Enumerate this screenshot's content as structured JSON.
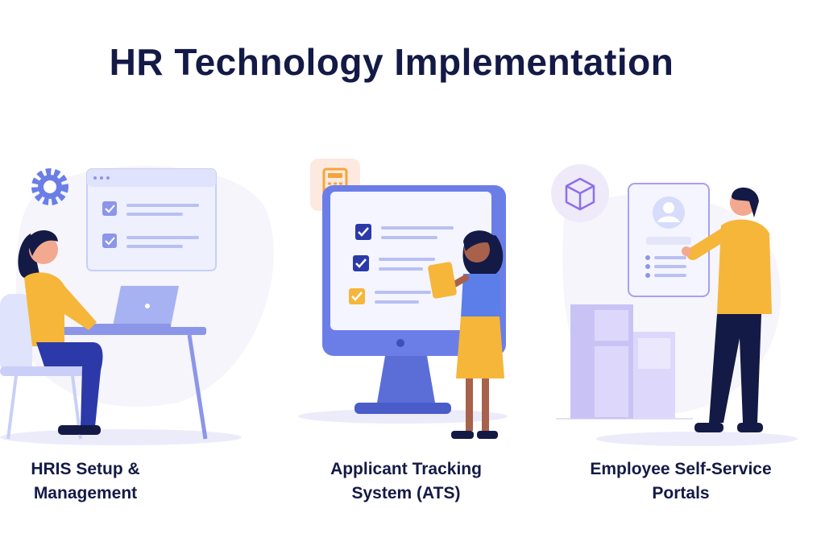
{
  "title": "HR Technology Implementation",
  "sections": [
    {
      "line1": "HRIS Setup &",
      "line2": "Management",
      "icon": "gear-icon"
    },
    {
      "line1": "Applicant Tracking",
      "line2": "System (ATS)",
      "icon": "calculator-icon"
    },
    {
      "line1": "Employee Self-Service",
      "line2": "Portals",
      "icon": "cube-icon"
    }
  ],
  "colors": {
    "navy": "#141a46",
    "indigo": "#6b7ee8",
    "lavender": "#c9c3f5",
    "orange": "#f5b63a",
    "bg_blob": "#f4f4fb"
  }
}
